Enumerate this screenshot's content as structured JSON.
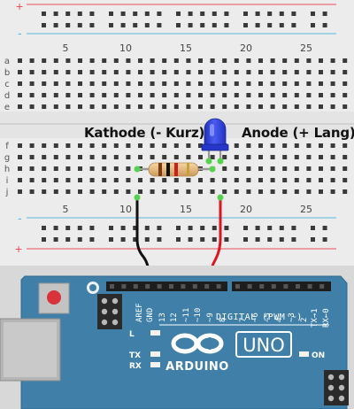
{
  "annotations": {
    "cathode": "Kathode (- Kurz)",
    "anode": "Anode (+ Lang)"
  },
  "breadboard": {
    "row_labels_top": [
      "a",
      "b",
      "c",
      "d",
      "e"
    ],
    "row_labels_bottom": [
      "f",
      "g",
      "h",
      "i",
      "j"
    ],
    "column_numbers": [
      "5",
      "10",
      "15",
      "20",
      "25"
    ],
    "rail_plus": "+",
    "rail_minus": "-"
  },
  "board": {
    "logo_text": "ARDUINO",
    "model_text": "UNO",
    "digital_label": "DIGITAL (PWM ~)",
    "left_pins": [
      "AREF",
      "GND",
      "13",
      "12",
      "~11",
      "~10",
      "~9",
      "8"
    ],
    "right_pins": [
      "7",
      "~6",
      "~5",
      "4",
      "~3",
      "2",
      "TX→1",
      "RX←0"
    ],
    "led_l": "L",
    "led_tx": "TX",
    "led_rx": "RX",
    "led_on": "ON"
  },
  "colors": {
    "board_blue": "#3f7fa8",
    "wire_gnd": "#111111",
    "wire_signal": "#e0141e",
    "led_blue": "#2f43d8",
    "rail_red": "#e8515a",
    "rail_blue": "#58b8e0"
  }
}
